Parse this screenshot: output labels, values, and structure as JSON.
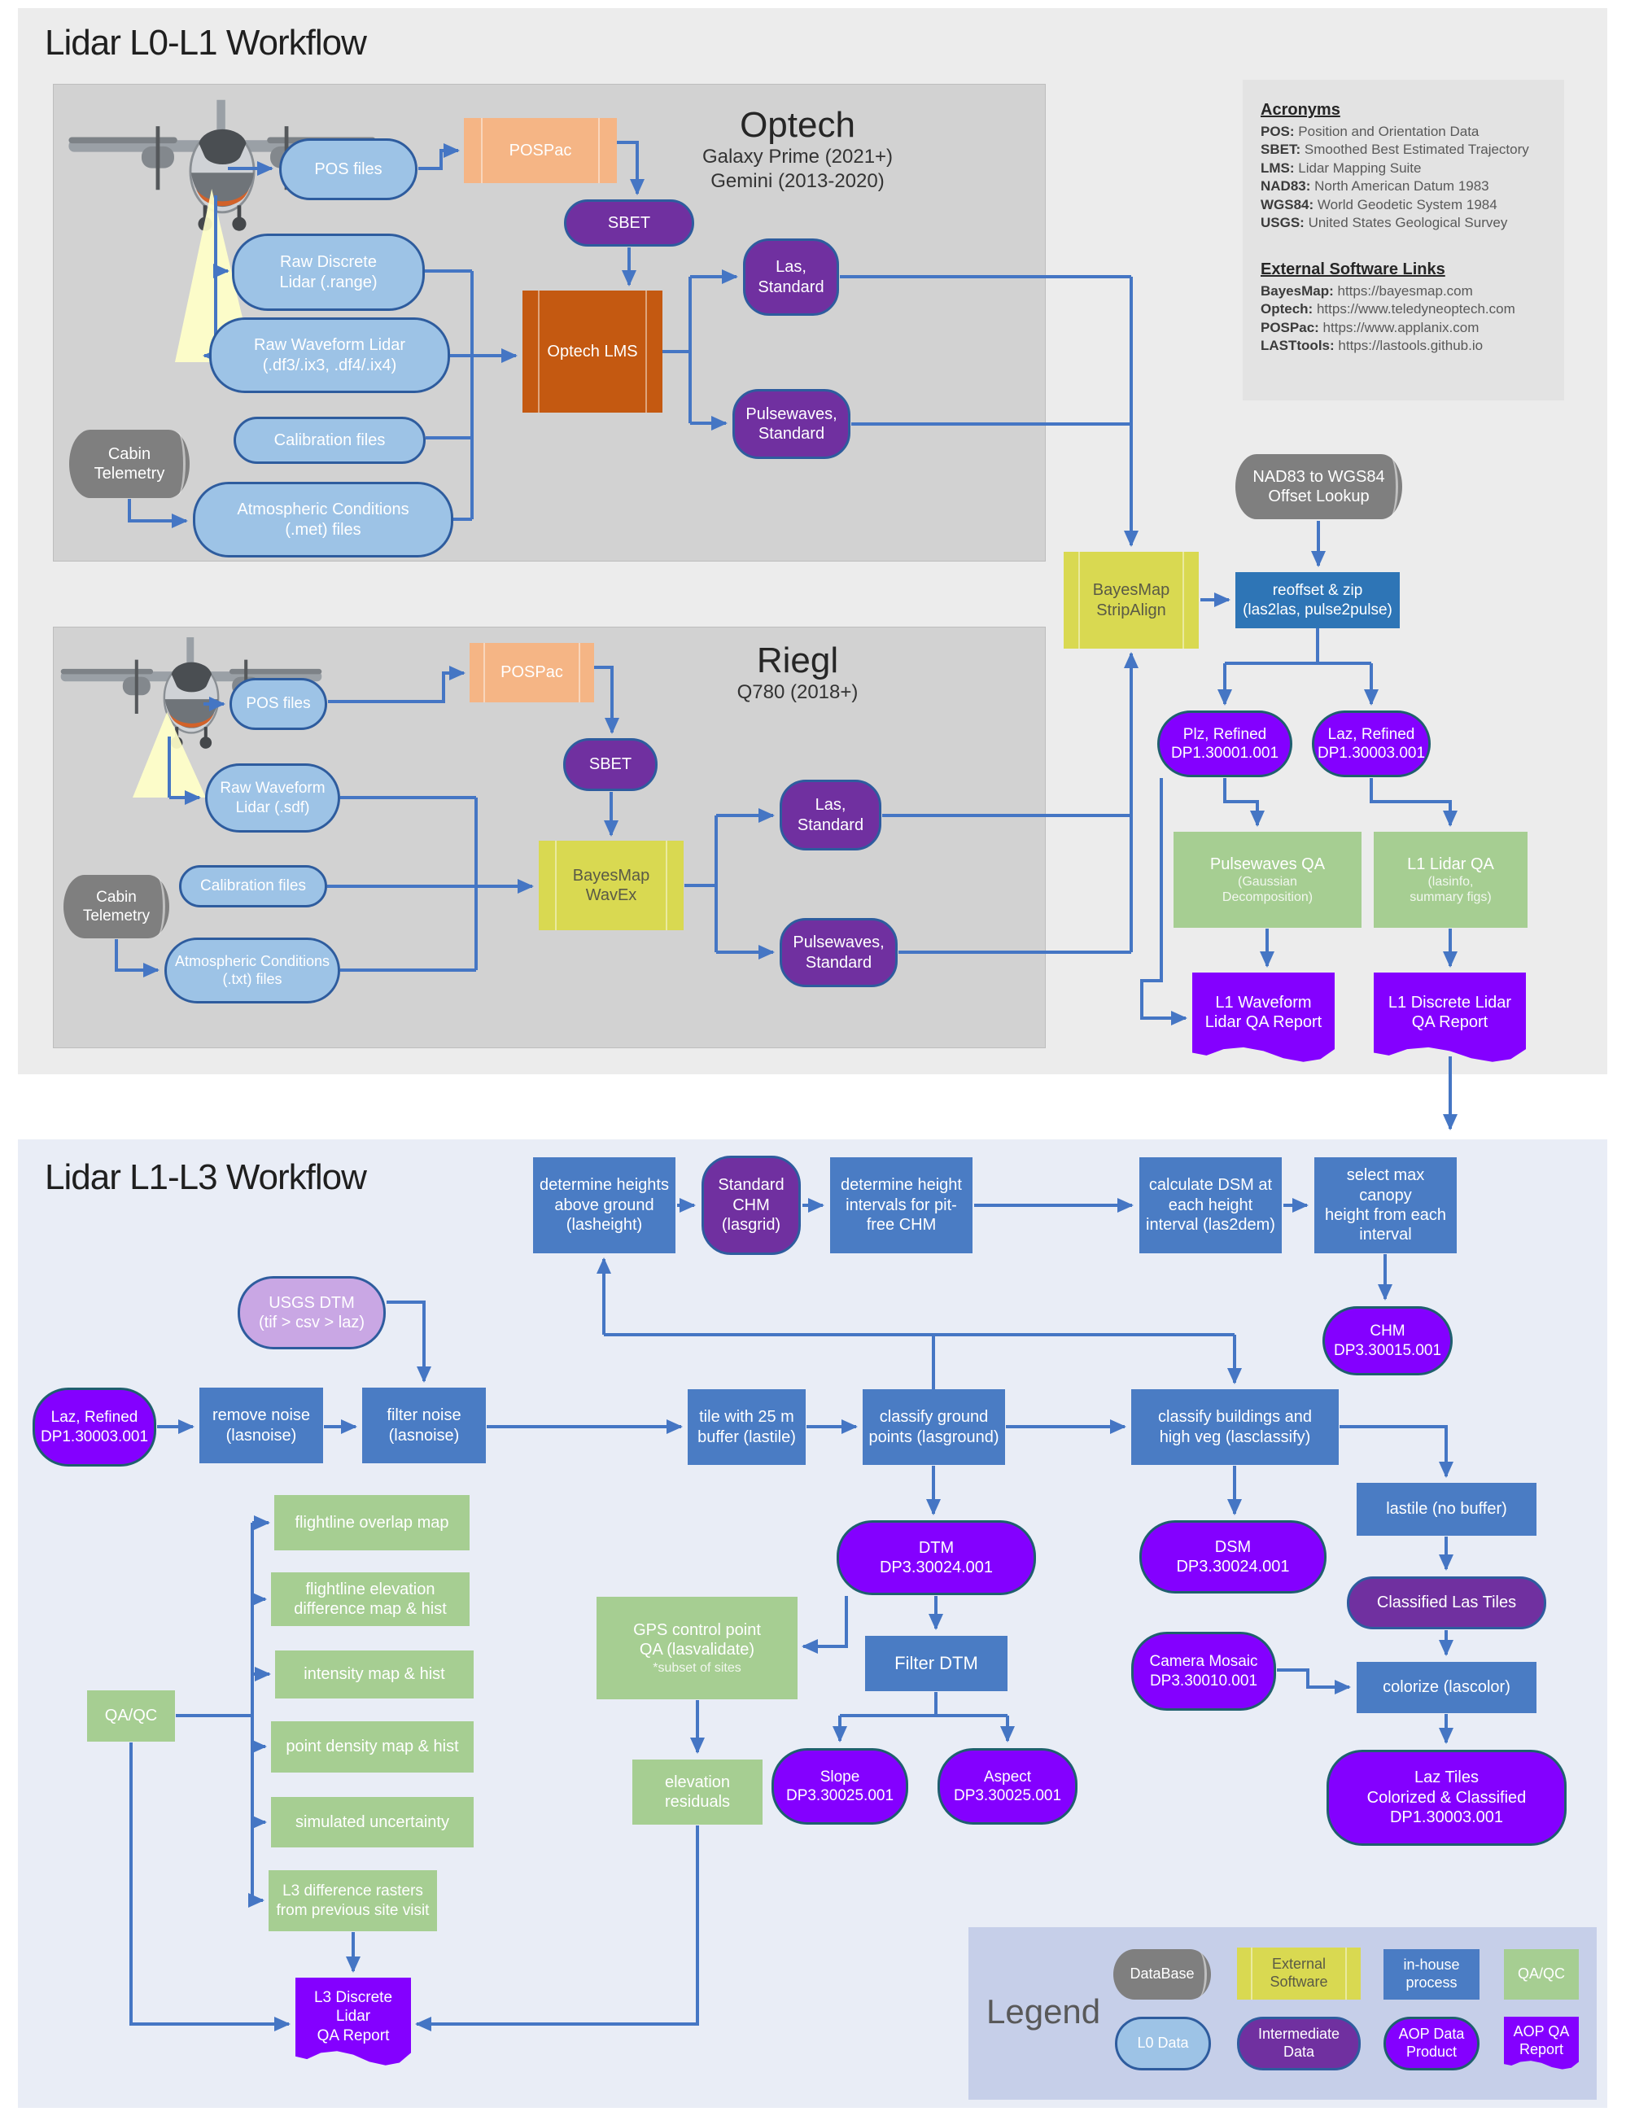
{
  "titles": {
    "l0l1": "Lidar L0-L1 Workflow",
    "l1l3": "Lidar L1-L3 Workflow"
  },
  "acronyms": {
    "title": "Acronyms",
    "items": [
      {
        "term": "POS:",
        "def": "Position and Orientation Data"
      },
      {
        "term": "SBET:",
        "def": "Smoothed Best Estimated Trajectory"
      },
      {
        "term": "LMS:",
        "def": "Lidar Mapping Suite"
      },
      {
        "term": "NAD83:",
        "def": "North American Datum 1983"
      },
      {
        "term": "WGS84:",
        "def": "World Geodetic System 1984"
      },
      {
        "term": "USGS:",
        "def": "United States Geological Survey"
      }
    ]
  },
  "links": {
    "title": "External Software Links",
    "items": [
      {
        "term": "BayesMap:",
        "def": "https://bayesmap.com"
      },
      {
        "term": "Optech:",
        "def": "https://www.teledyneoptech.com"
      },
      {
        "term": "POSPac:",
        "def": "https://www.applanix.com"
      },
      {
        "term": "LASTtools:",
        "def": "https://lastools.github.io"
      }
    ]
  },
  "sensors": {
    "optech": {
      "name": "Optech",
      "models": "Galaxy Prime (2021+)\nGemini (2013-2020)"
    },
    "riegl": {
      "name": "Riegl",
      "models": "Q780 (2018+)"
    }
  },
  "nodes": {
    "pos_files1": {
      "label": "POS files"
    },
    "pospac1": {
      "label": "POSPac"
    },
    "sbet1": {
      "label": "SBET"
    },
    "raw_discrete": {
      "label": "Raw Discrete\nLidar (.range)"
    },
    "raw_waveform1": {
      "label": "Raw Waveform Lidar\n(.df3/.ix3, .df4/.ix4)"
    },
    "calibration1": {
      "label": "Calibration files"
    },
    "atmos1": {
      "label": "Atmospheric Conditions\n(.met) files"
    },
    "cabin1": {
      "label": "Cabin\nTelemetry"
    },
    "optech_lms": {
      "label": "Optech LMS"
    },
    "las_std1": {
      "label": "Las,\nStandard"
    },
    "pulse_std1": {
      "label": "Pulsewaves,\nStandard"
    },
    "pos_files2": {
      "label": "POS files"
    },
    "pospac2": {
      "label": "POSPac"
    },
    "sbet2": {
      "label": "SBET"
    },
    "raw_waveform2": {
      "label": "Raw Waveform\nLidar (.sdf)"
    },
    "calibration2": {
      "label": "Calibration files"
    },
    "cabin2": {
      "label": "Cabin\nTelemetry"
    },
    "atmos2": {
      "label": "Atmospheric Conditions\n(.txt) files"
    },
    "wavex": {
      "label": "BayesMap\nWavEx"
    },
    "las_std2": {
      "label": "Las,\nStandard"
    },
    "pulse_std2": {
      "label": "Pulsewaves,\nStandard"
    },
    "nad83": {
      "label": "NAD83 to WGS84\nOffset Lookup"
    },
    "stripalign": {
      "label": "BayesMap\nStripAlign"
    },
    "reoffset": {
      "label": "reoffset & zip\n(las2las, pulse2pulse)"
    },
    "plz_refined": {
      "label": "Plz, Refined\nDP1.30001.001"
    },
    "laz_refined1": {
      "label": "Laz, Refined\nDP1.30003.001"
    },
    "pulsewaves_qa": {
      "label": "Pulsewaves QA",
      "sublabel": "(Gaussian\nDecomposition)"
    },
    "l1_lidar_qa": {
      "label": "L1 Lidar QA",
      "sublabel": "(lasinfo,\nsummary figs)"
    },
    "l1_waveform_report": {
      "label": "L1 Waveform\nLidar QA Report"
    },
    "l1_discrete_report": {
      "label": "L1 Discrete Lidar\nQA Report"
    },
    "det_heights": {
      "label": "determine heights\nabove ground\n(lasheight)"
    },
    "std_chm": {
      "label": "Standard\nCHM\n(lasgrid)"
    },
    "det_intervals": {
      "label": "determine height\nintervals for pit-\nfree CHM"
    },
    "calc_dsm": {
      "label": "calculate DSM at\neach height\ninterval (las2dem)"
    },
    "select_max": {
      "label": "select max canopy\nheight from each\ninterval"
    },
    "chm_prod": {
      "label": "CHM\nDP3.30015.001"
    },
    "laz_refined2": {
      "label": "Laz, Refined\nDP1.30003.001"
    },
    "usgs_dtm": {
      "label": "USGS DTM\n(tif > csv > laz)"
    },
    "remove_noise": {
      "label": "remove noise\n(lasnoise)"
    },
    "filter_noise": {
      "label": "filter noise\n(lasnoise)"
    },
    "tile_buffer": {
      "label": "tile with 25 m\nbuffer (lastile)"
    },
    "classify_ground": {
      "label": "classify ground\npoints (lasground)"
    },
    "classify_buildings": {
      "label": "classify buildings and\nhigh veg (lasclassify)"
    },
    "dtm_prod": {
      "label": "DTM\nDP3.30024.001"
    },
    "dsm_prod": {
      "label": "DSM\nDP3.30024.001"
    },
    "lastile_nb": {
      "label": "lastile (no buffer)"
    },
    "classified_tiles": {
      "label": "Classified Las Tiles"
    },
    "colorize": {
      "label": "colorize (lascolor)"
    },
    "camera_mosaic": {
      "label": "Camera Mosaic\nDP3.30010.001"
    },
    "laz_tiles": {
      "label": "Laz Tiles\nColorized & Classified\nDP1.30003.001"
    },
    "filter_dtm": {
      "label": "Filter DTM"
    },
    "slope_prod": {
      "label": "Slope\nDP3.30025.001"
    },
    "aspect_prod": {
      "label": "Aspect\nDP3.30025.001"
    },
    "qaqc": {
      "label": "QA/QC"
    },
    "fl_overlap": {
      "label": "flightline overlap map"
    },
    "fl_elev": {
      "label": "flightline elevation\ndifference map & hist"
    },
    "intensity": {
      "label": "intensity map & hist"
    },
    "pt_density": {
      "label": "point density map & hist"
    },
    "sim_unc": {
      "label": "simulated uncertainty"
    },
    "l3_diff": {
      "label": "L3 difference rasters\nfrom previous site visit"
    },
    "l3_report": {
      "label": "L3 Discrete Lidar\nQA Report"
    },
    "gps_qa": {
      "label": "GPS control point\nQA (lasvalidate)",
      "sublabel": "*subset of  sites"
    },
    "elev_res": {
      "label": "elevation\nresiduals"
    }
  },
  "legend": {
    "title": "Legend",
    "database": "DataBase",
    "external": "External\nSoftware",
    "inhouse": "in-house\nprocess",
    "qaqc": "QA/QC",
    "l0": "L0 Data",
    "intermediate": "Intermediate\nData",
    "aop": "AOP Data\nProduct",
    "report": "AOP QA\nReport"
  },
  "colors": {
    "arrow": "#4576c4",
    "l0_data": "#9dc3e6",
    "intermediate": "#7030a0",
    "aop_product": "#8400ff",
    "inhouse": "#4472c4",
    "qa": "#a6ce92",
    "external_software": "#d9d951",
    "database": "#7f7f7f",
    "pospac": "#f5b585",
    "optech_lms": "#c45911",
    "usgs": "#c9a7e4",
    "section_l0l1_bg": "#ececec",
    "section_l1l3_bg": "#e9edf6"
  }
}
